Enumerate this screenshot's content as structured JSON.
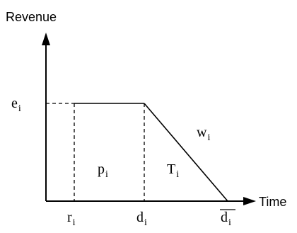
{
  "axes": {
    "y_label": "Revenue",
    "x_label": "Time"
  },
  "labels": {
    "e": {
      "base": "e",
      "sub": "i"
    },
    "p": {
      "base": "p",
      "sub": "i"
    },
    "T": {
      "base": "T",
      "sub": "i"
    },
    "w": {
      "base": "w",
      "sub": "i"
    },
    "r": {
      "base": "r",
      "sub": "i"
    },
    "d": {
      "base": "d",
      "sub": "i"
    },
    "d_bar": {
      "base": "d",
      "sub": "i"
    }
  },
  "colors": {
    "stroke": "#000000",
    "text": "#000000"
  }
}
